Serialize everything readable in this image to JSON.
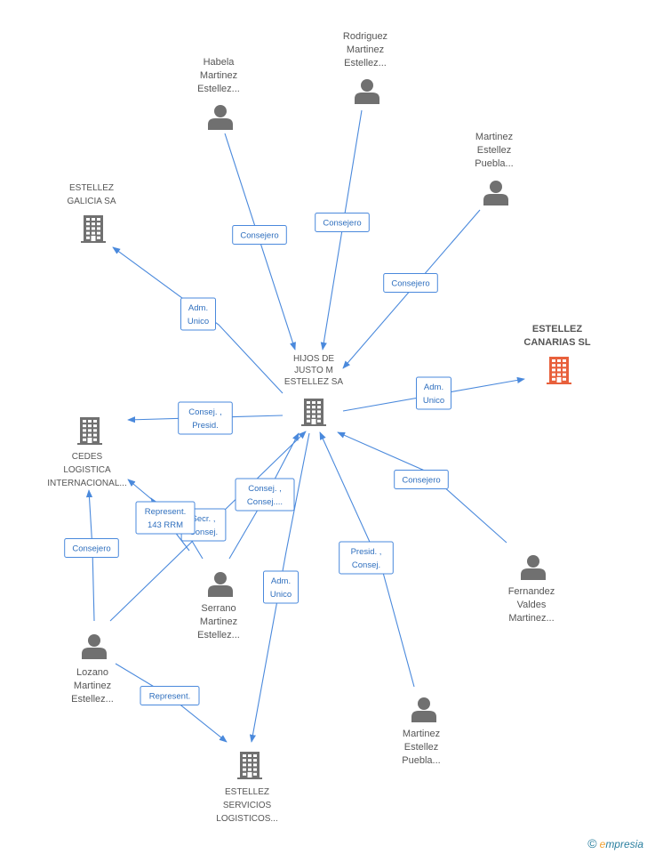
{
  "colors": {
    "edge": "#4a89dc",
    "node": "#707070",
    "highlight": "#e8603c"
  },
  "nodes": [
    {
      "id": "hijos",
      "type": "company",
      "lines": [
        "HIJOS DE",
        "JUSTO M",
        "ESTELLEZ SA"
      ]
    },
    {
      "id": "canarias",
      "type": "company",
      "highlight": true,
      "lines": [
        "ESTELLEZ",
        "CANARIAS SL"
      ]
    },
    {
      "id": "galicia",
      "type": "company",
      "lines": [
        "ESTELLEZ",
        "GALICIA SA"
      ]
    },
    {
      "id": "cedes",
      "type": "company",
      "lines": [
        "CEDES",
        "LOGISTICA",
        "INTERNACIONAL..."
      ]
    },
    {
      "id": "servicios",
      "type": "company",
      "lines": [
        "ESTELLEZ",
        "SERVICIOS",
        "LOGISTICOS..."
      ]
    },
    {
      "id": "habela",
      "type": "person",
      "lines": [
        "Habela",
        "Martinez",
        "Estellez..."
      ]
    },
    {
      "id": "rodriguez",
      "type": "person",
      "lines": [
        "Rodriguez",
        "Martinez",
        "Estellez..."
      ]
    },
    {
      "id": "puebla1",
      "type": "person",
      "lines": [
        "Martinez",
        "Estellez",
        "Puebla..."
      ]
    },
    {
      "id": "fernandez",
      "type": "person",
      "lines": [
        "Fernandez",
        "Valdes",
        "Martinez..."
      ]
    },
    {
      "id": "puebla2",
      "type": "person",
      "lines": [
        "Martinez",
        "Estellez",
        "Puebla..."
      ]
    },
    {
      "id": "serrano",
      "type": "person",
      "lines": [
        "Serrano",
        "Martinez",
        "Estellez..."
      ]
    },
    {
      "id": "lozano",
      "type": "person",
      "lines": [
        "Lozano",
        "Martinez",
        "Estellez..."
      ]
    }
  ],
  "edges": [
    {
      "id": "habela-hijos",
      "lines": [
        "Consejero"
      ]
    },
    {
      "id": "rodriguez-hijos",
      "lines": [
        "Consejero"
      ]
    },
    {
      "id": "puebla1-hijos",
      "lines": [
        "Consejero"
      ]
    },
    {
      "id": "hijos-galicia",
      "lines": [
        "Adm.",
        "Unico"
      ]
    },
    {
      "id": "hijos-canarias",
      "lines": [
        "Adm.",
        "Unico"
      ]
    },
    {
      "id": "hijos-cedes",
      "lines": [
        "Consej. ,",
        "Presid."
      ]
    },
    {
      "id": "fernandez-hijos",
      "lines": [
        "Consejero"
      ]
    },
    {
      "id": "serrano-hijos",
      "lines": [
        "Consej. ,",
        "Consej...."
      ]
    },
    {
      "id": "serrano-cedes",
      "lines": [
        "Secr. ,",
        "Consej."
      ]
    },
    {
      "id": "lozano-cedes-rep",
      "lines": [
        "Represent.",
        "143 RRM"
      ]
    },
    {
      "id": "lozano-cedes",
      "lines": [
        "Consejero"
      ]
    },
    {
      "id": "lozano-hijos",
      "lines": []
    },
    {
      "id": "hijos-servicios",
      "lines": [
        "Adm.",
        "Unico"
      ]
    },
    {
      "id": "puebla2-hijos",
      "lines": [
        "Presid. ,",
        "Consej."
      ]
    },
    {
      "id": "lozano-servicios",
      "lines": [
        "Represent."
      ]
    }
  ],
  "copyright": {
    "symbol": "©",
    "brand_first": "e",
    "brand_rest": "mpresia"
  }
}
